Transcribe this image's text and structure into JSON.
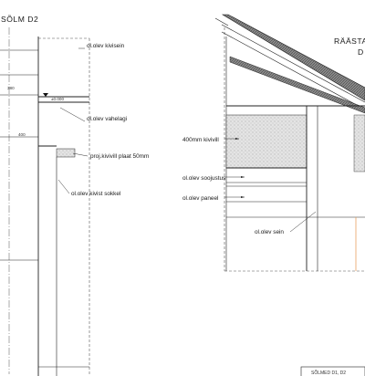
{
  "left_detail": {
    "title": "SÕLM D2",
    "labels": {
      "kivisein": "ol.olev kivisein",
      "vahelagi": "ol.olev vahelagi",
      "kivivill_plaat": "proj.kivivill plaat 50mm",
      "kivist_sokkel": "ol.olev kivist sokkel"
    },
    "dimensions": {
      "d1": "380",
      "level": "±0.000",
      "d2": "400"
    }
  },
  "right_detail": {
    "title_line1": "RÄÄSTA",
    "title_line2": "D",
    "labels": {
      "kivivill": "400mm kivivill",
      "soojustus": "ol.olev soojustus",
      "paneel": "ol.olev paneel",
      "sein": "ol.olev sein"
    }
  },
  "footer": {
    "title": "SÕLMED D1, D2"
  },
  "colors": {
    "line": "#222222",
    "hatch": "#d9d9d9",
    "roof": "#555555",
    "accent_orange": "#e8a060"
  }
}
